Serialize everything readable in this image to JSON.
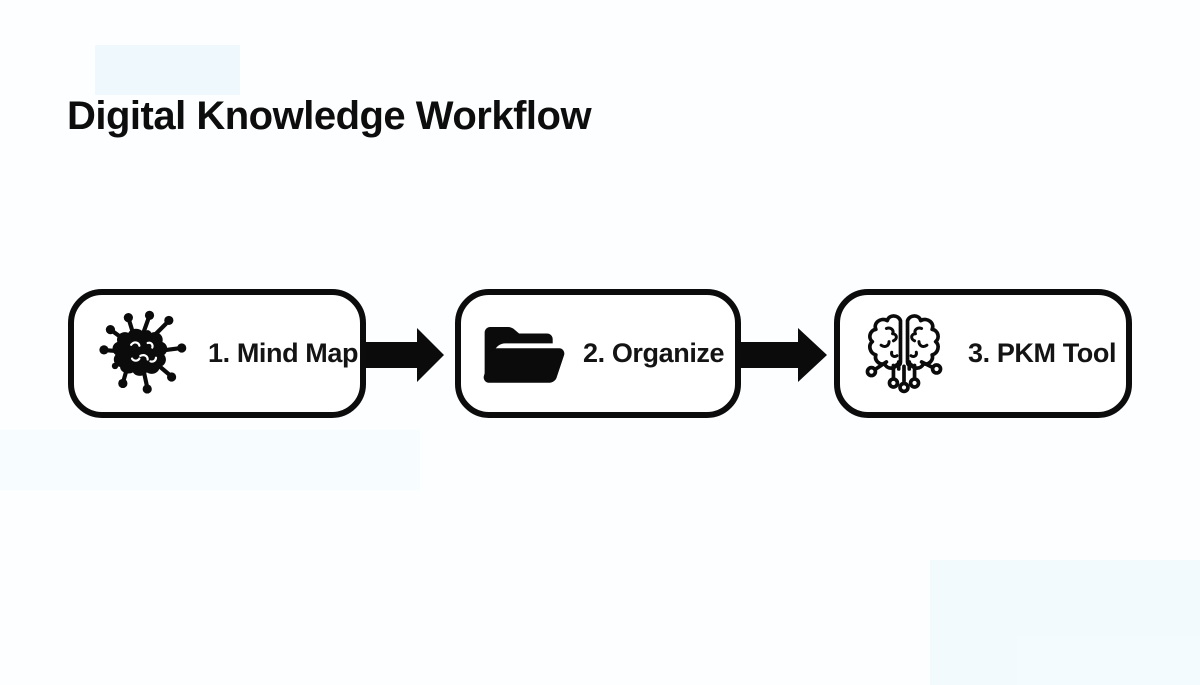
{
  "page": {
    "background_color": "#fcfeff"
  },
  "header": {
    "title": "Digital Knowledge Workflow"
  },
  "workflow": {
    "steps": [
      {
        "label": "1. Mind Map",
        "icon": "mind-map-brain-icon"
      },
      {
        "label": "2. Organize",
        "icon": "open-folder-icon"
      },
      {
        "label": "3. PKM Tool",
        "icon": "brain-circuit-icon"
      }
    ],
    "connectors": [
      "arrow-right-icon",
      "arrow-right-icon"
    ],
    "colors": {
      "box_border": "#0c0c0c",
      "box_fill": "#ffffff",
      "arrow": "#0b0b0b",
      "title_text": "#0d0d0d",
      "label_text": "#141414"
    }
  }
}
